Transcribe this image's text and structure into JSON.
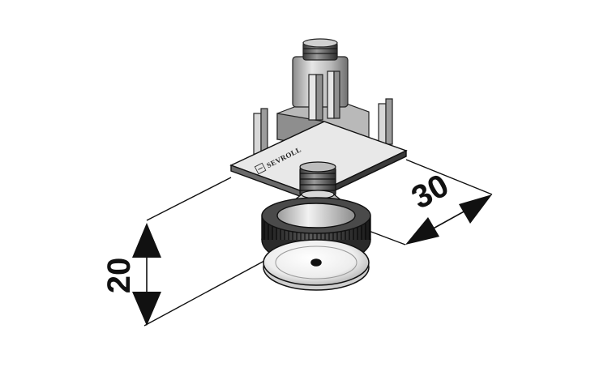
{
  "drawing": {
    "brand": "SEVROLL",
    "dimensions": {
      "width": "30",
      "height": "20"
    }
  }
}
